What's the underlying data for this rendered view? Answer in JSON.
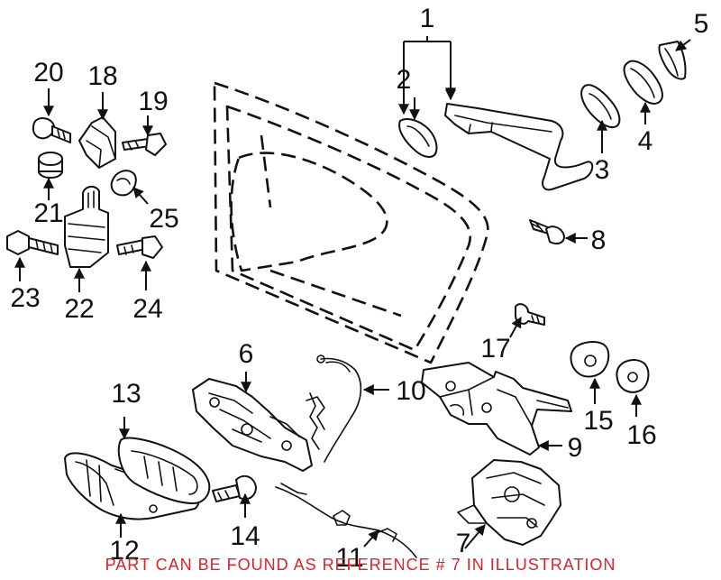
{
  "callouts": [
    "1",
    "2",
    "3",
    "4",
    "5",
    "6",
    "7",
    "8",
    "9",
    "10",
    "11",
    "12",
    "13",
    "14",
    "15",
    "16",
    "17",
    "18",
    "19",
    "20",
    "21",
    "22",
    "23",
    "24",
    "25"
  ],
  "notice": "PART CAN BE FOUND AS REFERENCE # 7 IN ILLUSTRATION",
  "colors": {
    "notice": "#e0202a",
    "line": "#111111",
    "background": "#ffffff"
  }
}
